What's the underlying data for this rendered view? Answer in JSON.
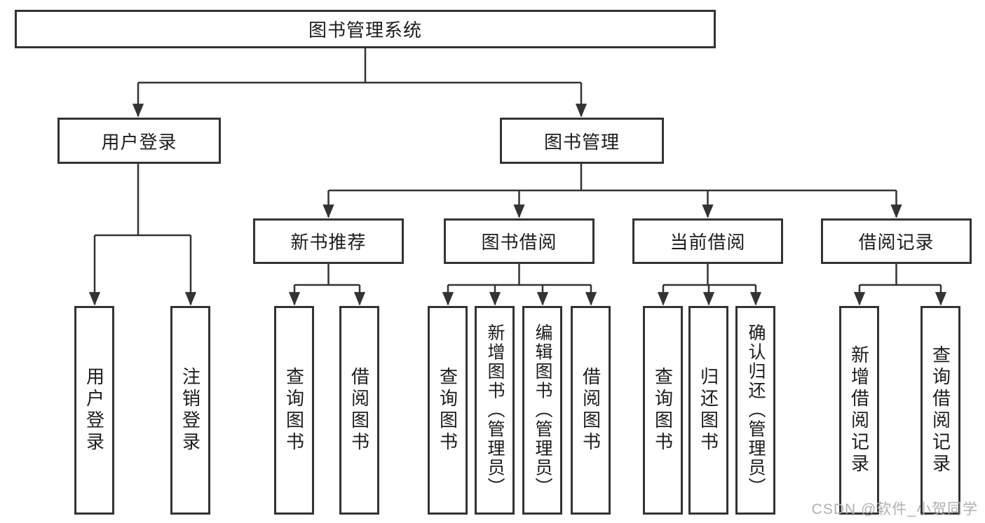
{
  "tree": {
    "root": {
      "label": "图书管理系统"
    },
    "branches": [
      {
        "label": "用户登录",
        "children": [
          {
            "label": "用户登录"
          },
          {
            "label": "注销登录"
          }
        ]
      },
      {
        "label": "图书管理",
        "children": [
          {
            "label": "新书推荐",
            "children": [
              {
                "label": "查询图书"
              },
              {
                "label": "借阅图书"
              }
            ]
          },
          {
            "label": "图书借阅",
            "children": [
              {
                "label": "查询图书"
              },
              {
                "label": "新增图书（管理员）"
              },
              {
                "label": "编辑图书（管理员）"
              },
              {
                "label": "借阅图书"
              }
            ]
          },
          {
            "label": "当前借阅",
            "children": [
              {
                "label": "查询图书"
              },
              {
                "label": "归还图书"
              },
              {
                "label": "确认归还（管理员）"
              }
            ]
          },
          {
            "label": "借阅记录",
            "children": [
              {
                "label": "新增借阅记录"
              },
              {
                "label": "查询借阅记录"
              }
            ]
          }
        ]
      }
    ]
  },
  "watermark": {
    "text": "CSDN @软件_小贺同学"
  },
  "colors": {
    "line": "#333333",
    "text": "#1c1c1c",
    "watermark": "#b0b0b0",
    "background": "#ffffff"
  }
}
